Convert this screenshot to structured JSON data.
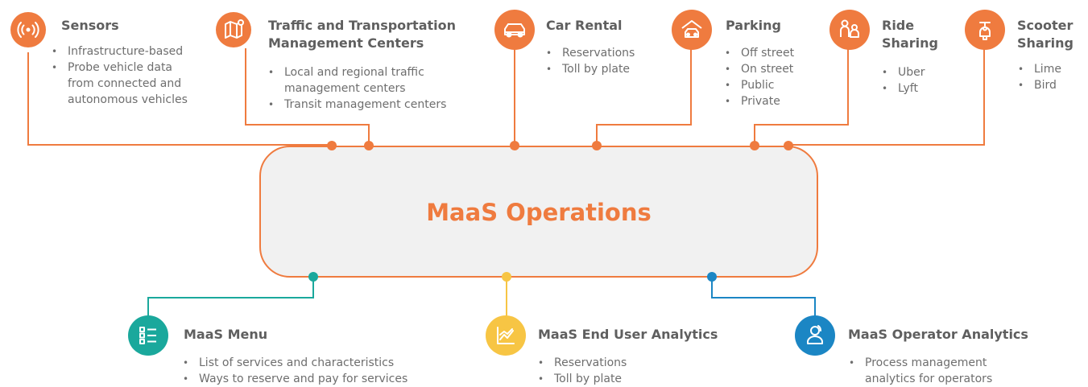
{
  "colors": {
    "orange": "#ef7b3f",
    "teal": "#1aa89c",
    "yellow": "#f7c544",
    "blue": "#1b86c4",
    "central_fill": "#f1f1f1"
  },
  "center": {
    "title": "MaaS Operations"
  },
  "inputs": [
    {
      "key": "sensors",
      "icon": "wireless-signal-icon",
      "title": "Sensors",
      "bullets": [
        "Infrastructure-based",
        "Probe vehicle data from connected and autonomous vehicles"
      ]
    },
    {
      "key": "traffic",
      "icon": "map-pin-icon",
      "title": "Traffic and Transportation Management Centers",
      "bullets": [
        "Local and regional traffic management centers",
        "Transit management centers"
      ]
    },
    {
      "key": "car-rental",
      "icon": "car-icon",
      "title": "Car Rental",
      "bullets": [
        "Reservations",
        "Toll by plate"
      ]
    },
    {
      "key": "parking",
      "icon": "garage-car-icon",
      "title": "Parking",
      "bullets": [
        "Off street",
        "On street",
        "Public",
        "Private"
      ]
    },
    {
      "key": "ride-sharing",
      "icon": "people-icon",
      "title": "Ride Sharing",
      "bullets": [
        "Uber",
        "Lyft"
      ]
    },
    {
      "key": "scooter",
      "icon": "scooter-icon",
      "title": "Scooter Sharing",
      "bullets": [
        "Lime",
        "Bird"
      ]
    }
  ],
  "outputs": [
    {
      "key": "menu",
      "icon": "checklist-icon",
      "title": "MaaS Menu",
      "bullets": [
        "List of services and characteristics",
        "Ways to reserve and pay for services"
      ]
    },
    {
      "key": "end-user",
      "icon": "line-chart-icon",
      "title": "MaaS End User Analytics",
      "bullets": [
        "Reservations",
        "Toll by plate"
      ]
    },
    {
      "key": "operator",
      "icon": "operator-person-icon",
      "title": "MaaS Operator Analytics",
      "bullets": [
        "Process management analytics for operators"
      ]
    }
  ]
}
